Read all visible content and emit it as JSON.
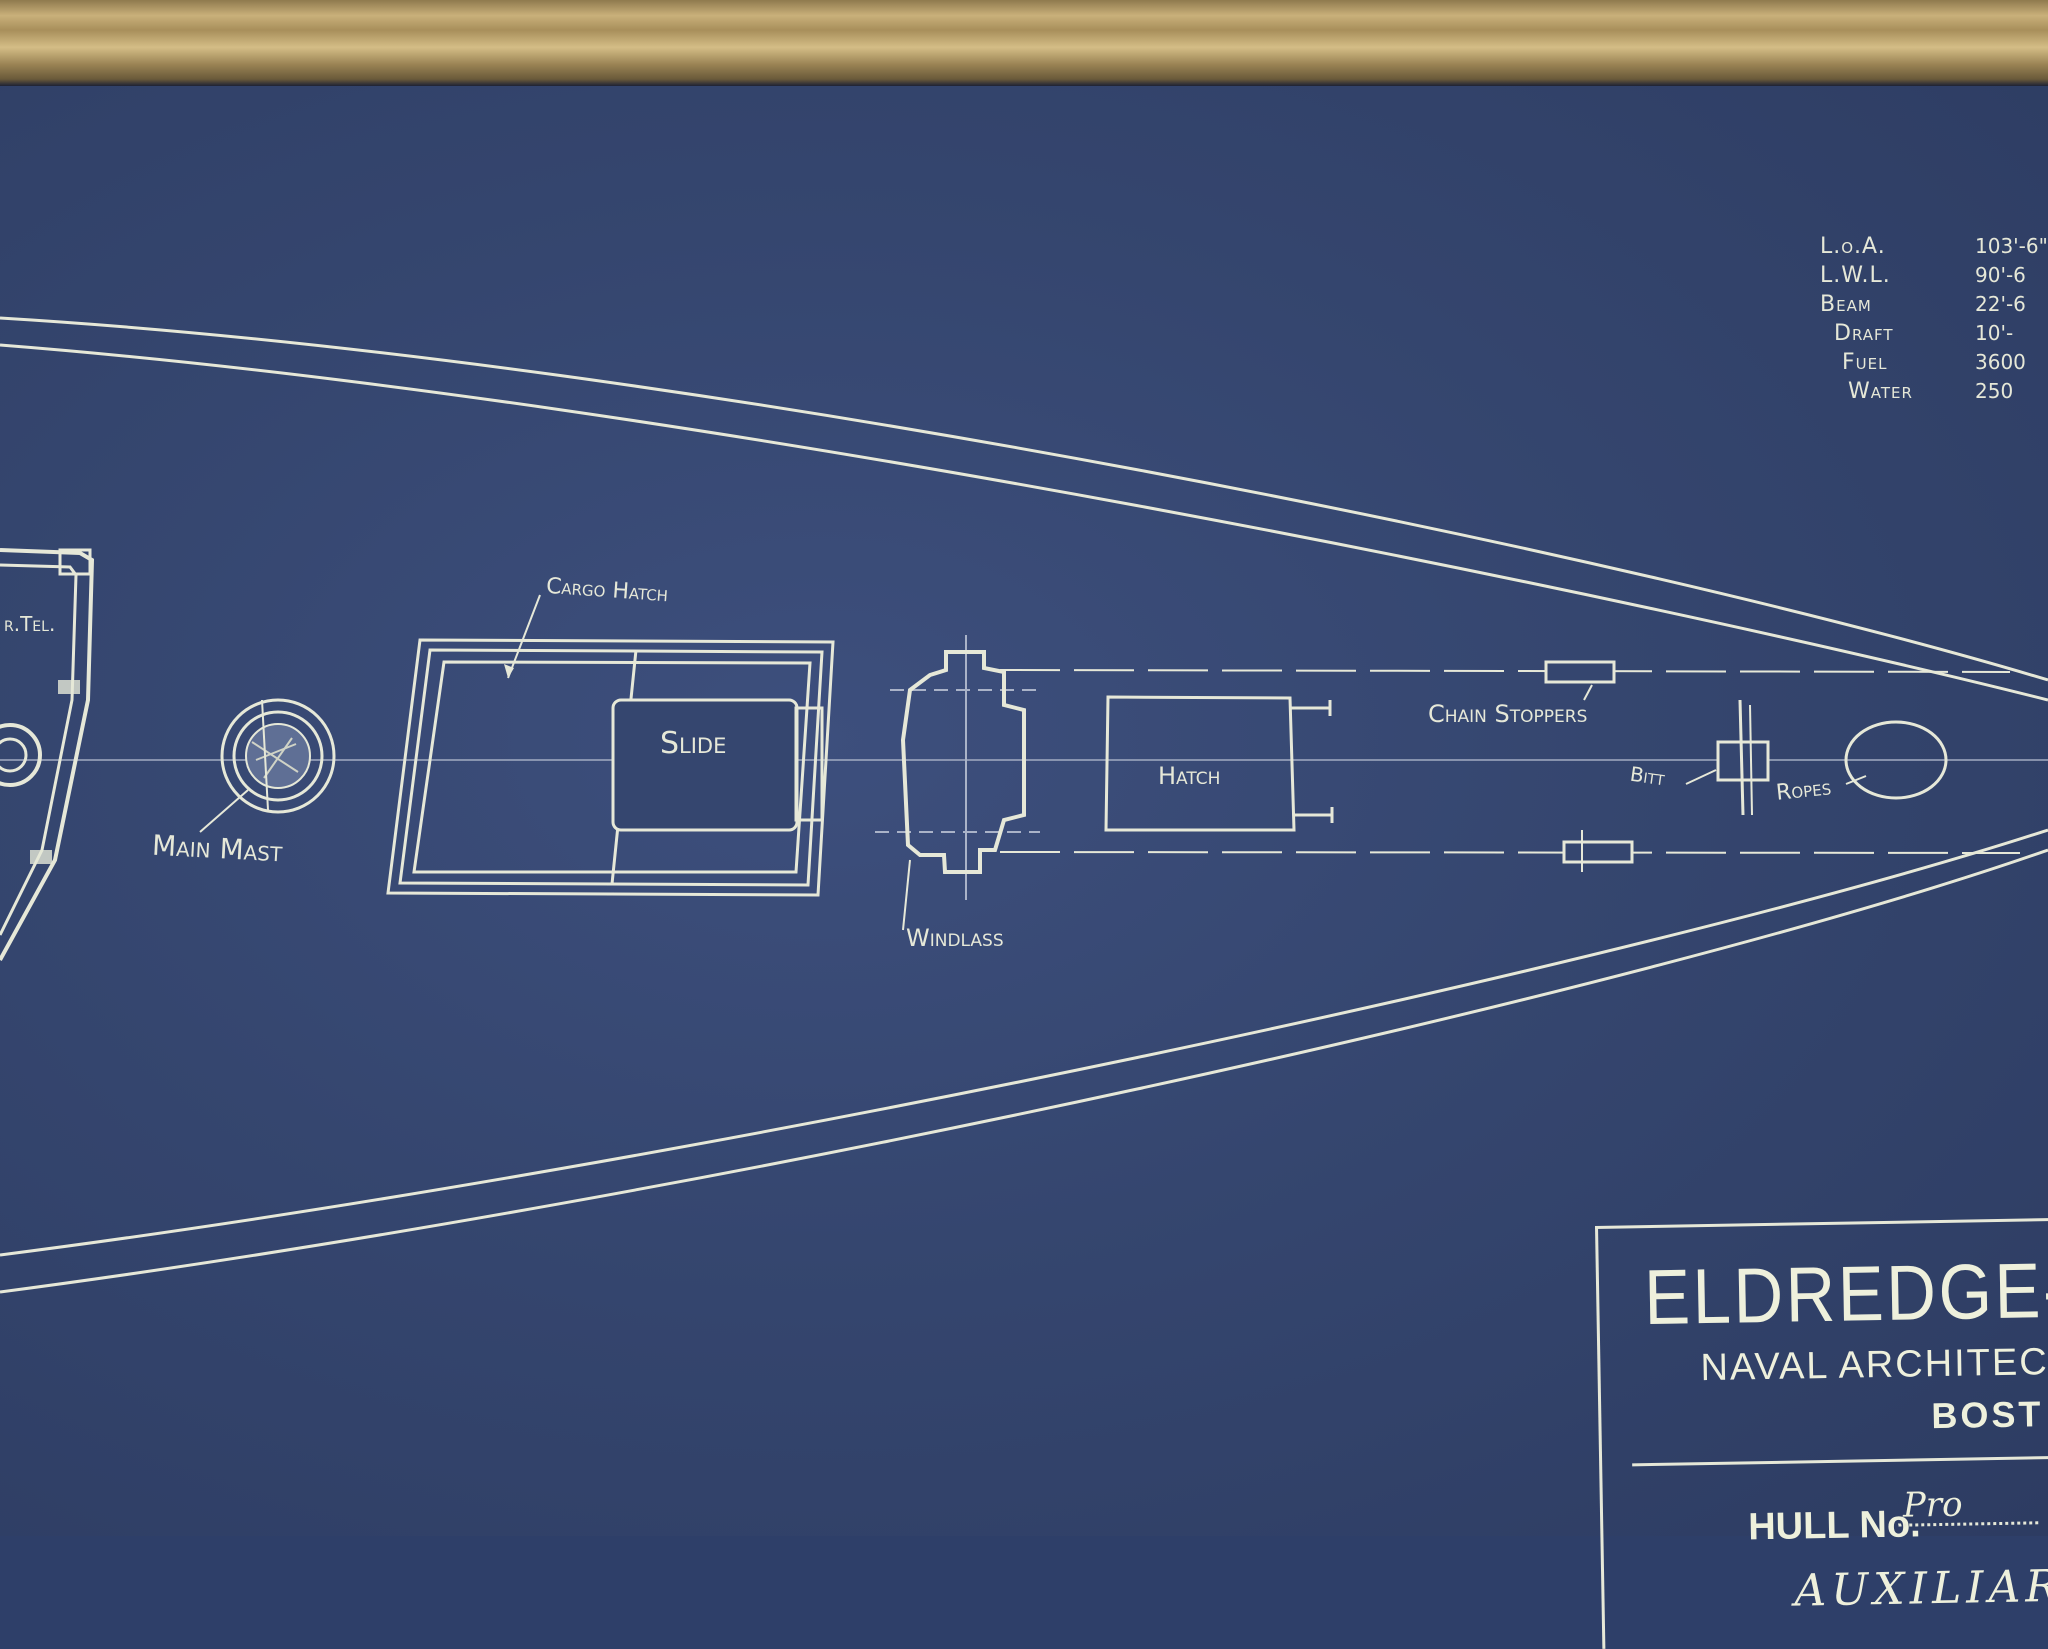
{
  "labels": {
    "cargo_hatch": "Cargo Hatch",
    "slide": "Slide",
    "main_mast": "Main Mast",
    "windlass": "Windlass",
    "hatch": "Hatch",
    "chain_stoppers": "Chain Stoppers",
    "bitt": "Bitt",
    "ropes": "Ropes",
    "partial_left": "r.Tel."
  },
  "specs": [
    {
      "label": "L.o.A.",
      "value": "103'-6\""
    },
    {
      "label": "L.W.L.",
      "value": "90'-6"
    },
    {
      "label": "Beam",
      "value": "22'-6"
    },
    {
      "label": "Draft",
      "value": "10'-"
    },
    {
      "label": "Fuel",
      "value": "3600"
    },
    {
      "label": "Water",
      "value": "250"
    }
  ],
  "title_block": {
    "company": "ELDREDGE-",
    "subtitle": "NAVAL ARCHITEC",
    "city": "BOST",
    "hull_label": "HULL No.",
    "hull_value": "Pro",
    "vessel_type": "AUXILIAR"
  },
  "colors": {
    "blueprint_bg": "#35466f",
    "line": "#e6e8d8",
    "frame_gold": "#c9b07a"
  }
}
